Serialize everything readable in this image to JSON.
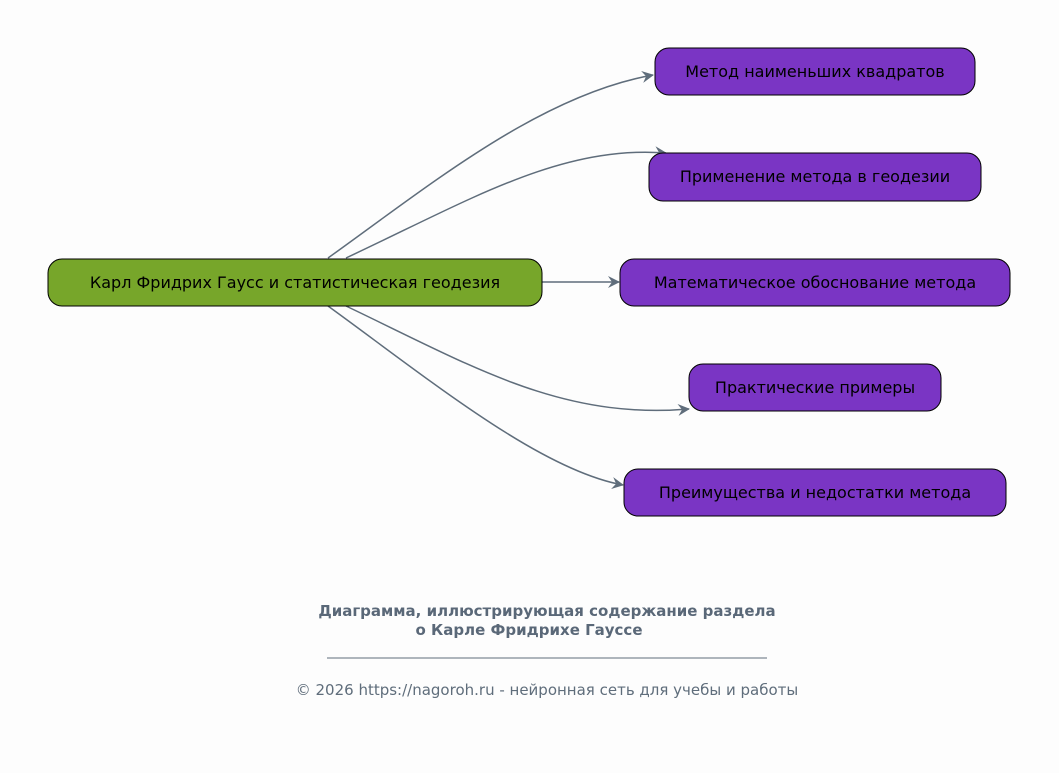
{
  "root": {
    "label": "Карл Фридрих Гаусс и статистическая геодезия",
    "color": "#77a62a"
  },
  "children": [
    {
      "label": "Метод наименьших квадратов"
    },
    {
      "label": "Применение метода в геодезии"
    },
    {
      "label": "Математическое обоснование метода"
    },
    {
      "label": "Практические примеры"
    },
    {
      "label": "Преимущества и недостатки метода"
    }
  ],
  "child_color": "#7a35c4",
  "edge_color": "#5f6d7b",
  "caption": {
    "line1": "Диаграмма, иллюстрирующая содержание раздела",
    "line2": "о Карле Фридрихе Гауссе"
  },
  "footer": {
    "copyright": "© 2026 https://nagoroh.ru - нейронная сеть для учебы и работы"
  }
}
